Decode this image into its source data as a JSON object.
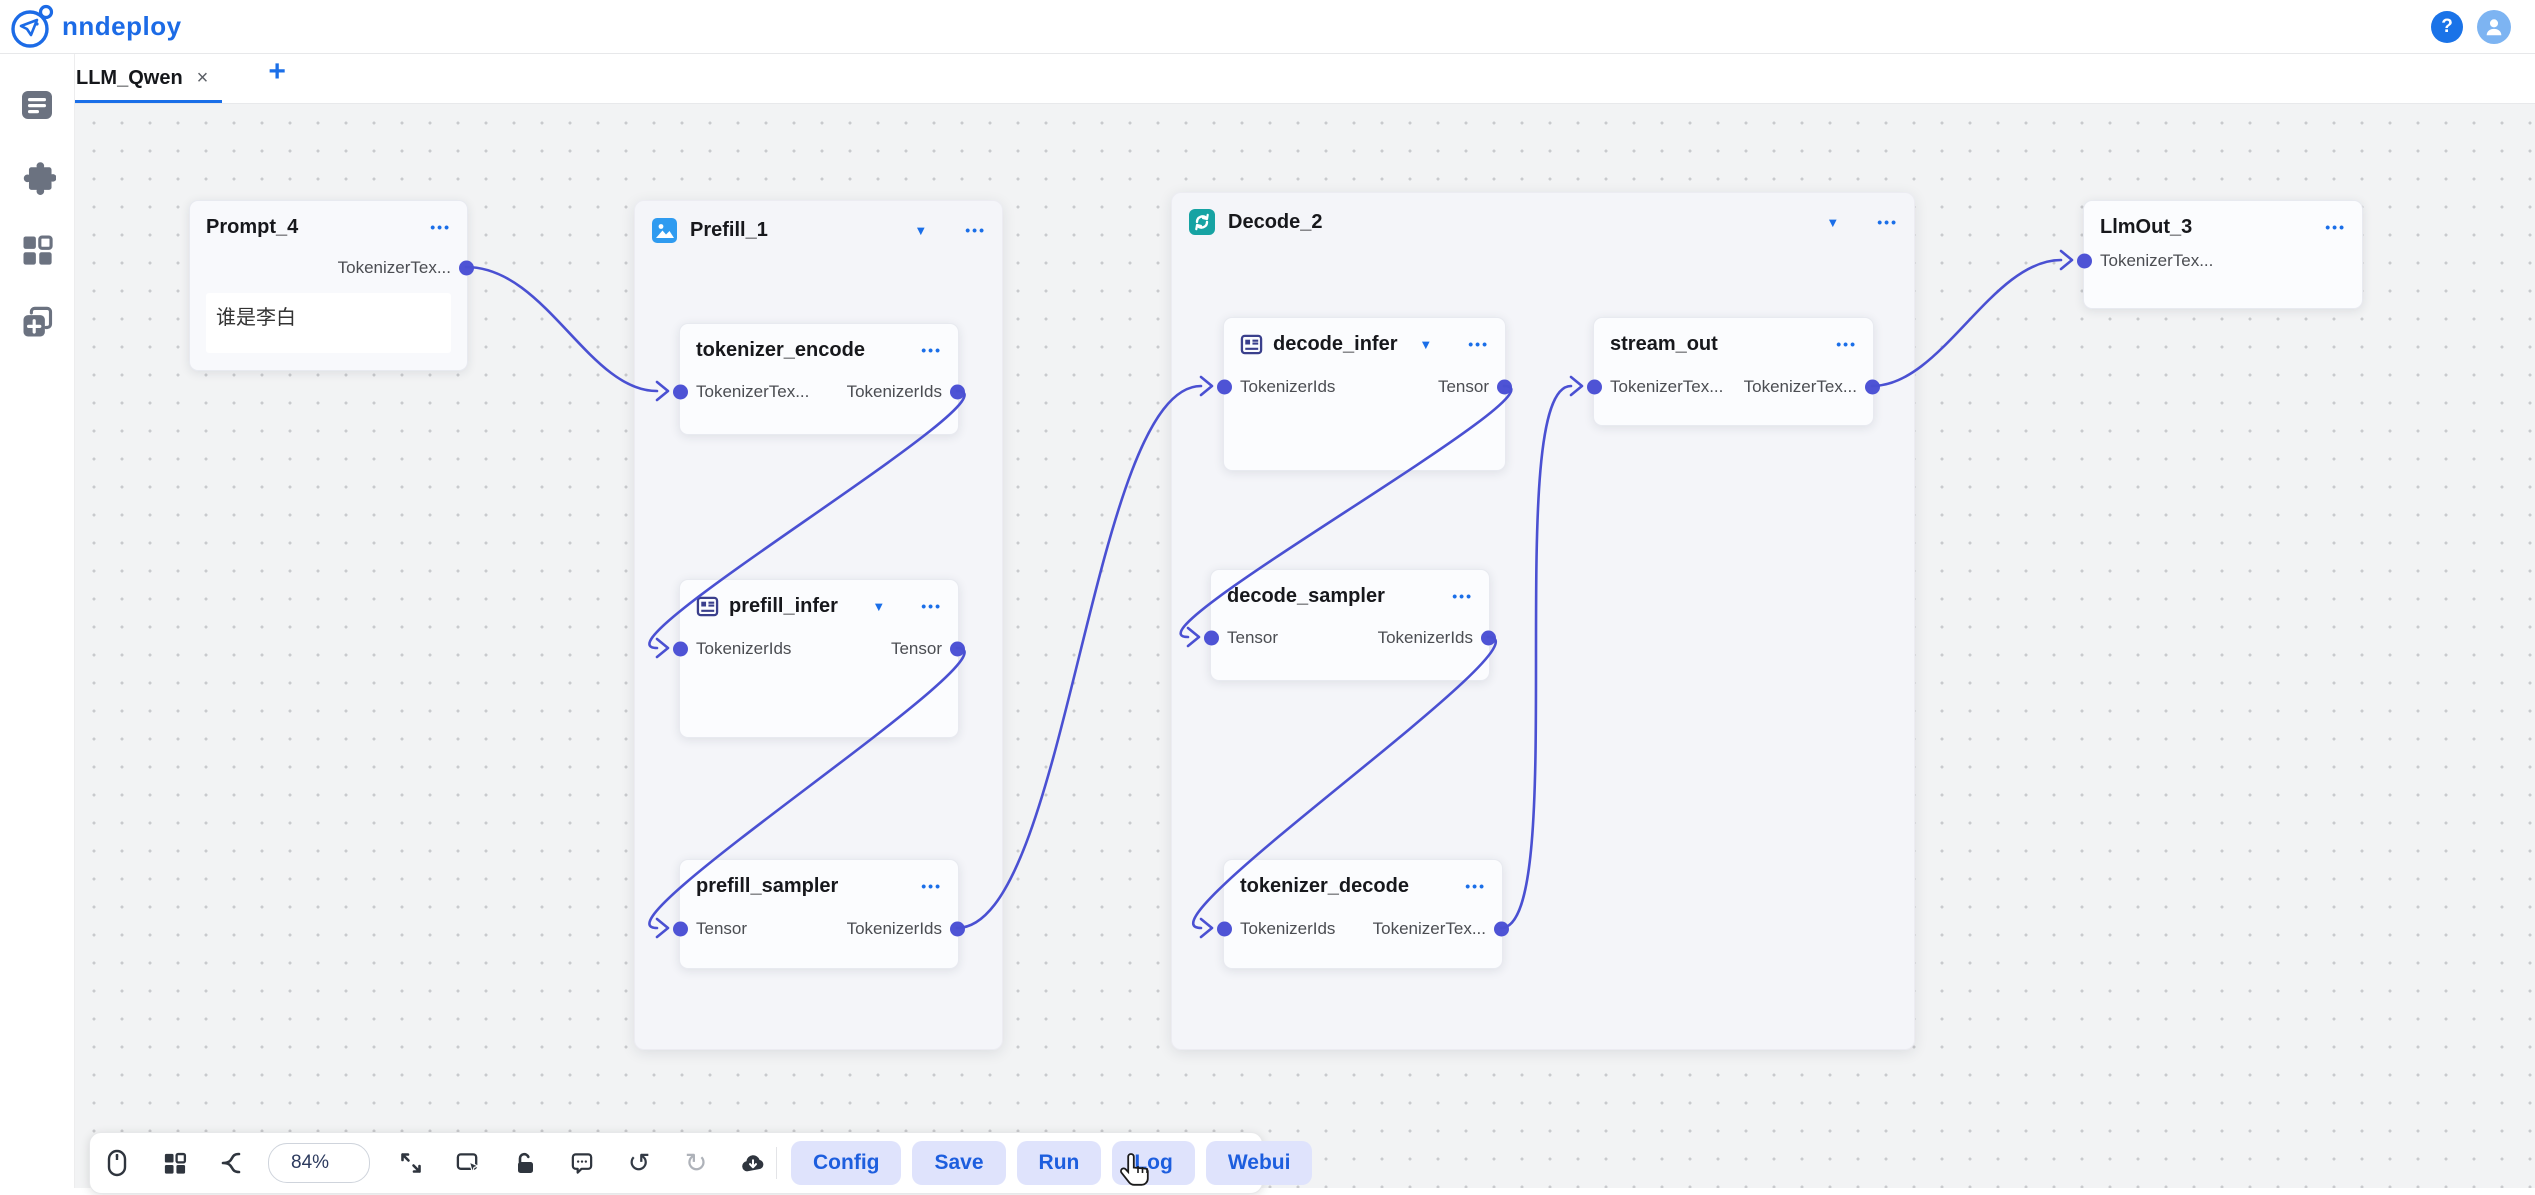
{
  "header": {
    "brand": "nndeploy",
    "help_label": "?"
  },
  "tabbar": {
    "tabs": [
      {
        "label": "LLM_Qwen"
      }
    ],
    "close_glyph": "×",
    "add_label": "+"
  },
  "sidebar": {
    "items": [
      {
        "icon": "workflow-list-icon"
      },
      {
        "icon": "plugin-puzzle-icon"
      },
      {
        "icon": "node-repository-grid-icon"
      },
      {
        "icon": "new-canvas-icon"
      }
    ]
  },
  "icons": {
    "more": "•••",
    "collapse": "▼",
    "undo": "↺",
    "redo": "↻"
  },
  "groups": {
    "prefill": {
      "title": "Prefill_1"
    },
    "decode": {
      "title": "Decode_2"
    }
  },
  "nodes": {
    "prompt": {
      "title": "Prompt_4",
      "output": "TokenizerTex...",
      "text": "谁是李白"
    },
    "tokenizer_encode": {
      "title": "tokenizer_encode",
      "input": "TokenizerTex...",
      "output": "TokenizerIds"
    },
    "prefill_infer": {
      "title": "prefill_infer",
      "input": "TokenizerIds",
      "output": "Tensor"
    },
    "prefill_sampler": {
      "title": "prefill_sampler",
      "input": "Tensor",
      "output": "TokenizerIds"
    },
    "decode_infer": {
      "title": "decode_infer",
      "input": "TokenizerIds",
      "output": "Tensor"
    },
    "stream_out": {
      "title": "stream_out",
      "input": "TokenizerTex...",
      "output": "TokenizerTex..."
    },
    "decode_sampler": {
      "title": "decode_sampler",
      "input": "Tensor",
      "output": "TokenizerIds"
    },
    "tokenizer_decode": {
      "title": "tokenizer_decode",
      "input": "TokenizerIds",
      "output": "TokenizerTex..."
    },
    "llmout": {
      "title": "LlmOut_3",
      "input": "TokenizerTex..."
    }
  },
  "toolbar": {
    "zoom_value": "84%",
    "buttons": [
      {
        "label": "Config"
      },
      {
        "label": "Save"
      },
      {
        "label": "Run"
      },
      {
        "label": "Log"
      },
      {
        "label": "Webui"
      }
    ]
  },
  "colors": {
    "accent_blue": "#1b6fe8",
    "edge_indigo": "#4a50d2",
    "button_bg": "#dfe3fc",
    "decode_icon_teal": "#16a3a3",
    "prefill_icon_blue": "#2f9bf0"
  }
}
